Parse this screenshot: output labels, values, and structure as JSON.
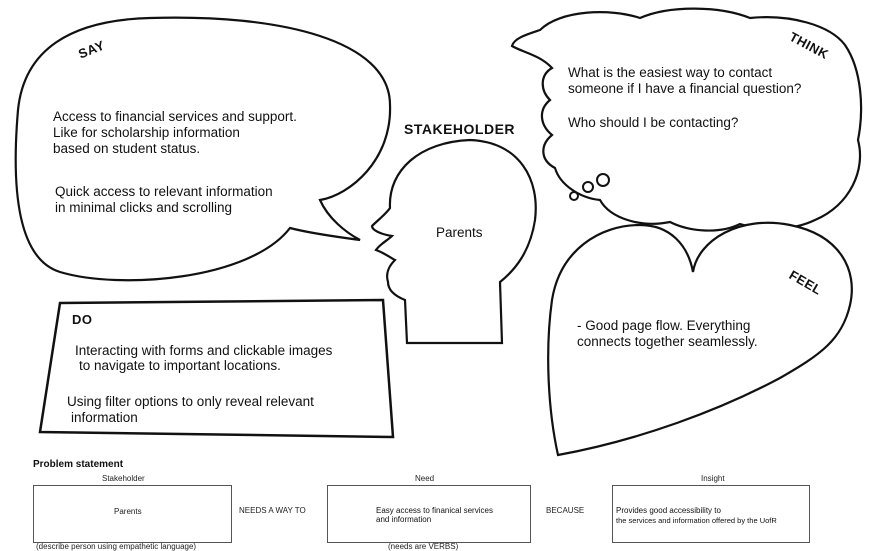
{
  "say": {
    "label": "SAY",
    "lines": [
      "Access to financial services and support.",
      "Like for scholarship information",
      "based on student status.",
      "Quick access to relevant information",
      "in minimal clicks and scrolling"
    ]
  },
  "think": {
    "label": "THINK",
    "lines": [
      "What is the easiest way to contact",
      "someone if I have a financial question?",
      "Who should I be contacting?"
    ]
  },
  "stakeholder": {
    "label": "STAKEHOLDER",
    "name": "Parents"
  },
  "do": {
    "label": "DO",
    "lines": [
      "Interacting with forms and clickable images",
      "to navigate to important locations.",
      "Using filter options to only reveal relevant",
      "information"
    ]
  },
  "feel": {
    "label": "FEEL",
    "lines": [
      "- Good page flow. Everything",
      "connects together seamlessly."
    ]
  },
  "problem": {
    "title": "Problem statement",
    "stakeholder_header": "Stakeholder",
    "need_header": "Need",
    "insight_header": "Insight",
    "stakeholder_value": "Parents",
    "connector1": "NEEDS A WAY TO",
    "need_value_lines": [
      "Easy access to finanical services",
      "and information"
    ],
    "connector2": "BECAUSE",
    "insight_value_lines": [
      "Provides  good accessibility to",
      "the services and information offered by the UofR"
    ],
    "stakeholder_note": "(describe person using empathetic language)",
    "need_note": "(needs are VERBS)"
  }
}
